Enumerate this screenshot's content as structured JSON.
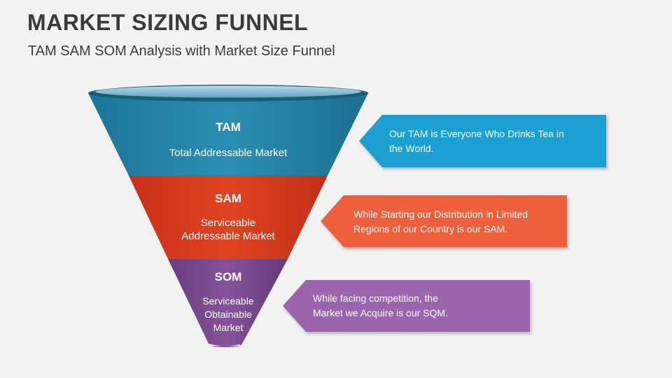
{
  "title": "MARKET SIZING FUNNEL",
  "subtitle": "TAM SAM SOM Analysis with Market Size Funnel",
  "colors": {
    "tam": "#1a7fa1",
    "sam": "#d8391c",
    "som": "#7a4a8f",
    "tam_callout": "#1aa0d2",
    "sam_callout": "#ee5f3d",
    "som_callout": "#9b65ae",
    "rim": "#1d5f7a"
  },
  "levels": [
    {
      "abbr": "TAM",
      "full": "Total Addressable Market",
      "callout_line1": "Our TAM is Everyone Who Drinks Tea in",
      "callout_line2": "the World."
    },
    {
      "abbr": "SAM",
      "full_line1": "Serviceable",
      "full_line2": "Addressable Market",
      "callout_line1": "While Starting our Distribution in Limited",
      "callout_line2": "Regions of our Country is our SAM."
    },
    {
      "abbr": "SOM",
      "full_line1": "Serviceable",
      "full_line2": "Obtainable",
      "full_line3": "Market",
      "callout_line1": "While facing competition, the",
      "callout_line2": "Market we Acquire is our SQM."
    }
  ]
}
